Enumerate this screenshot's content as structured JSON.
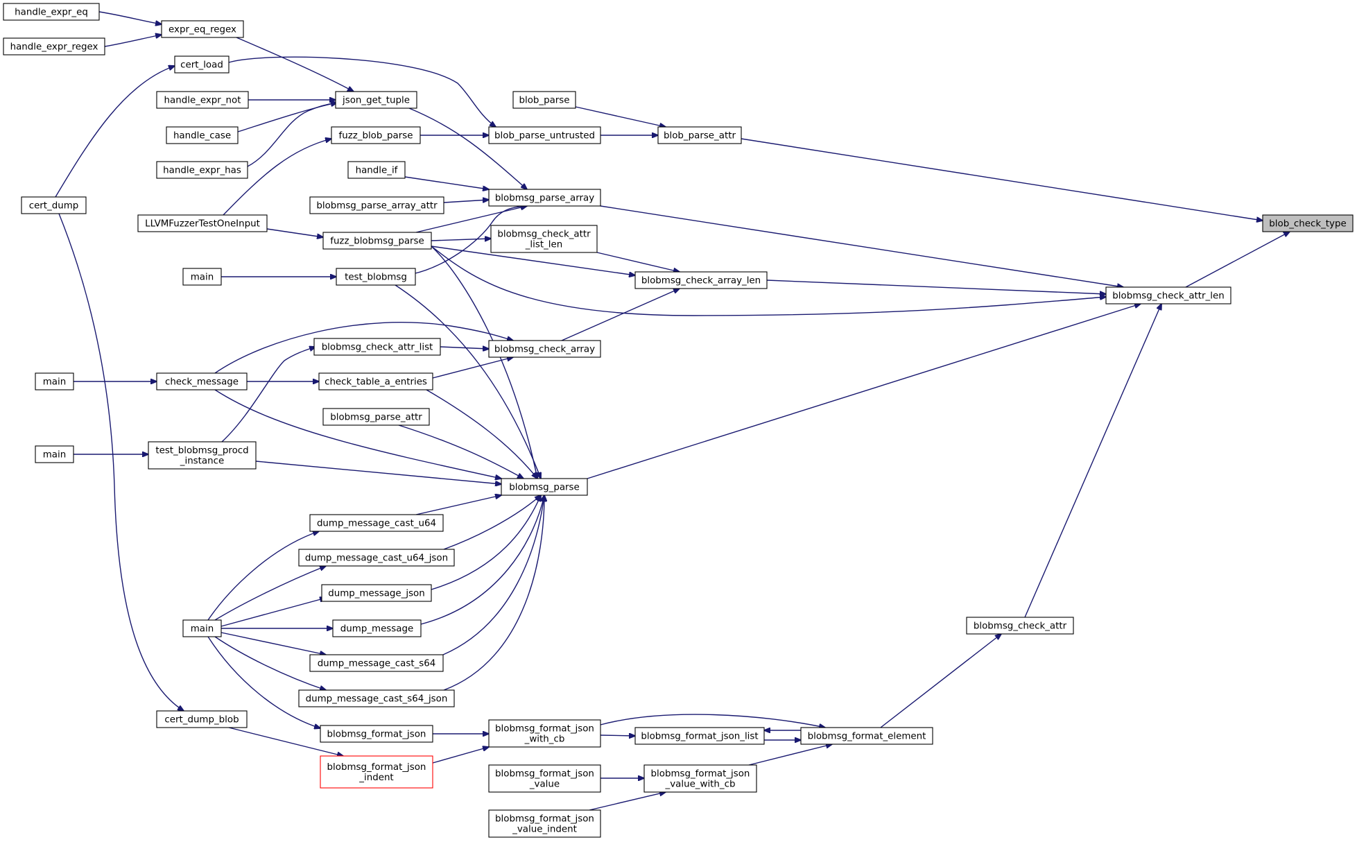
{
  "nodes": {
    "handle_expr_eq": [
      "handle_expr_eq"
    ],
    "handle_expr_regex": [
      "handle_expr_regex"
    ],
    "expr_eq_regex": [
      "expr_eq_regex"
    ],
    "cert_load": [
      "cert_load"
    ],
    "handle_expr_not": [
      "handle_expr_not"
    ],
    "json_get_tuple": [
      "json_get_tuple"
    ],
    "blob_parse": [
      "blob_parse"
    ],
    "handle_case": [
      "handle_case"
    ],
    "fuzz_blob_parse": [
      "fuzz_blob_parse"
    ],
    "blob_parse_untrusted": [
      "blob_parse_untrusted"
    ],
    "blob_parse_attr": [
      "blob_parse_attr"
    ],
    "handle_expr_has": [
      "handle_expr_has"
    ],
    "handle_if": [
      "handle_if"
    ],
    "cert_dump": [
      "cert_dump"
    ],
    "blobmsg_parse_array_attr": [
      "blobmsg_parse_array_attr"
    ],
    "blobmsg_parse_array": [
      "blobmsg_parse_array"
    ],
    "llvm_fuzzer": [
      "LLVMFuzzerTestOneInput"
    ],
    "blob_check_type": [
      "blob_check_type"
    ],
    "fuzz_blobmsg_parse": [
      "fuzz_blobmsg_parse"
    ],
    "blobmsg_check_attr_list_len": [
      "blobmsg_check_attr",
      "_list_len"
    ],
    "main_test_blobmsg": [
      "main"
    ],
    "test_blobmsg": [
      "test_blobmsg"
    ],
    "blobmsg_check_array_len": [
      "blobmsg_check_array_len"
    ],
    "blobmsg_check_attr_len": [
      "blobmsg_check_attr_len"
    ],
    "blobmsg_check_attr_list": [
      "blobmsg_check_attr_list"
    ],
    "blobmsg_check_array": [
      "blobmsg_check_array"
    ],
    "main_check_message": [
      "main"
    ],
    "check_message": [
      "check_message"
    ],
    "check_table_a_entries": [
      "check_table_a_entries"
    ],
    "blobmsg_parse_attr": [
      "blobmsg_parse_attr"
    ],
    "main_procd": [
      "main"
    ],
    "test_blobmsg_procd_instance": [
      "test_blobmsg_procd",
      "_instance"
    ],
    "blobmsg_parse": [
      "blobmsg_parse"
    ],
    "dump_message_cast_u64": [
      "dump_message_cast_u64"
    ],
    "dump_message_cast_u64_json": [
      "dump_message_cast_u64_json"
    ],
    "dump_message_json": [
      "dump_message_json"
    ],
    "main_dump": [
      "main"
    ],
    "dump_message": [
      "dump_message"
    ],
    "blobmsg_check_attr": [
      "blobmsg_check_attr"
    ],
    "dump_message_cast_s64": [
      "dump_message_cast_s64"
    ],
    "dump_message_cast_s64_json": [
      "dump_message_cast_s64_json"
    ],
    "cert_dump_blob": [
      "cert_dump_blob"
    ],
    "blobmsg_format_json": [
      "blobmsg_format_json"
    ],
    "blobmsg_format_json_with_cb": [
      "blobmsg_format_json",
      "_with_cb"
    ],
    "blobmsg_format_json_list": [
      "blobmsg_format_json_list"
    ],
    "blobmsg_format_element": [
      "blobmsg_format_element"
    ],
    "blobmsg_format_json_indent": [
      "blobmsg_format_json",
      "_indent"
    ],
    "blobmsg_format_json_value": [
      "blobmsg_format_json",
      "_value"
    ],
    "blobmsg_format_json_value_with_cb": [
      "blobmsg_format_json",
      "_value_with_cb"
    ],
    "blobmsg_format_json_value_indent": [
      "blobmsg_format_json",
      "_value_indent"
    ]
  },
  "highlighted_node": "blob_check_type",
  "red_node": "blobmsg_format_json_indent",
  "edges": [
    [
      "handle_expr_eq",
      "expr_eq_regex"
    ],
    [
      "handle_expr_regex",
      "expr_eq_regex"
    ],
    [
      "expr_eq_regex",
      "json_get_tuple"
    ],
    [
      "handle_expr_not",
      "json_get_tuple"
    ],
    [
      "handle_case",
      "json_get_tuple"
    ],
    [
      "handle_expr_has",
      "json_get_tuple"
    ],
    [
      "cert_dump",
      "cert_load"
    ],
    [
      "cert_load",
      "blob_parse_untrusted"
    ],
    [
      "blob_parse",
      "blob_parse_attr"
    ],
    [
      "fuzz_blob_parse",
      "blob_parse_untrusted"
    ],
    [
      "blob_parse_untrusted",
      "blob_parse_attr"
    ],
    [
      "blob_parse_attr",
      "blob_check_type"
    ],
    [
      "llvm_fuzzer",
      "fuzz_blob_parse"
    ],
    [
      "llvm_fuzzer",
      "fuzz_blobmsg_parse"
    ],
    [
      "json_get_tuple",
      "blobmsg_parse_array"
    ],
    [
      "handle_if",
      "blobmsg_parse_array"
    ],
    [
      "blobmsg_parse_array_attr",
      "blobmsg_parse_array"
    ],
    [
      "fuzz_blobmsg_parse",
      "blobmsg_parse_array"
    ],
    [
      "test_blobmsg",
      "blobmsg_parse_array"
    ],
    [
      "blobmsg_parse_array",
      "blobmsg_check_attr_len"
    ],
    [
      "fuzz_blobmsg_parse",
      "blobmsg_check_attr_list_len"
    ],
    [
      "fuzz_blobmsg_parse",
      "blobmsg_check_array_len"
    ],
    [
      "fuzz_blobmsg_parse",
      "blobmsg_check_attr_len"
    ],
    [
      "fuzz_blobmsg_parse",
      "blobmsg_parse"
    ],
    [
      "main_test_blobmsg",
      "test_blobmsg"
    ],
    [
      "test_blobmsg",
      "blobmsg_parse"
    ],
    [
      "blobmsg_check_attr_list_len",
      "blobmsg_check_array_len"
    ],
    [
      "blobmsg_check_array",
      "blobmsg_check_array_len"
    ],
    [
      "blobmsg_check_array_len",
      "blobmsg_check_attr_len"
    ],
    [
      "blobmsg_check_attr_len",
      "blob_check_type"
    ],
    [
      "blobmsg_check_attr_list",
      "blobmsg_check_array"
    ],
    [
      "check_message",
      "blobmsg_check_array"
    ],
    [
      "check_table_a_entries",
      "blobmsg_check_array"
    ],
    [
      "main_check_message",
      "check_message"
    ],
    [
      "check_message",
      "check_table_a_entries"
    ],
    [
      "check_message",
      "blobmsg_parse"
    ],
    [
      "test_blobmsg_procd_instance",
      "blobmsg_check_attr_list"
    ],
    [
      "main_procd",
      "test_blobmsg_procd_instance"
    ],
    [
      "test_blobmsg_procd_instance",
      "blobmsg_parse"
    ],
    [
      "check_table_a_entries",
      "blobmsg_parse"
    ],
    [
      "blobmsg_parse_attr",
      "blobmsg_parse"
    ],
    [
      "blobmsg_parse",
      "blobmsg_check_attr_len"
    ],
    [
      "dump_message_cast_u64",
      "blobmsg_parse"
    ],
    [
      "dump_message_cast_u64_json",
      "blobmsg_parse"
    ],
    [
      "dump_message_json",
      "blobmsg_parse"
    ],
    [
      "dump_message",
      "blobmsg_parse"
    ],
    [
      "dump_message_cast_s64",
      "blobmsg_parse"
    ],
    [
      "dump_message_cast_s64_json",
      "blobmsg_parse"
    ],
    [
      "main_dump",
      "dump_message_cast_u64"
    ],
    [
      "main_dump",
      "dump_message_cast_u64_json"
    ],
    [
      "main_dump",
      "dump_message_json"
    ],
    [
      "main_dump",
      "dump_message"
    ],
    [
      "main_dump",
      "dump_message_cast_s64"
    ],
    [
      "main_dump",
      "dump_message_cast_s64_json"
    ],
    [
      "main_dump",
      "blobmsg_format_json"
    ],
    [
      "blobmsg_check_attr",
      "blobmsg_check_attr_len"
    ],
    [
      "blobmsg_format_element",
      "blobmsg_check_attr"
    ],
    [
      "cert_dump",
      "cert_dump_blob"
    ],
    [
      "cert_dump_blob",
      "blobmsg_format_json_indent"
    ],
    [
      "blobmsg_format_json",
      "blobmsg_format_json_with_cb"
    ],
    [
      "blobmsg_format_json_indent",
      "blobmsg_format_json_with_cb"
    ],
    [
      "blobmsg_format_json_with_cb",
      "blobmsg_format_json_list"
    ],
    [
      "blobmsg_format_json_with_cb",
      "blobmsg_format_element"
    ],
    [
      "blobmsg_format_json_list",
      "blobmsg_format_element"
    ],
    [
      "blobmsg_format_element",
      "blobmsg_format_json_list"
    ],
    [
      "blobmsg_format_json_value",
      "blobmsg_format_json_value_with_cb"
    ],
    [
      "blobmsg_format_json_value_indent",
      "blobmsg_format_json_value_with_cb"
    ],
    [
      "blobmsg_format_json_value_with_cb",
      "blobmsg_format_element"
    ]
  ]
}
